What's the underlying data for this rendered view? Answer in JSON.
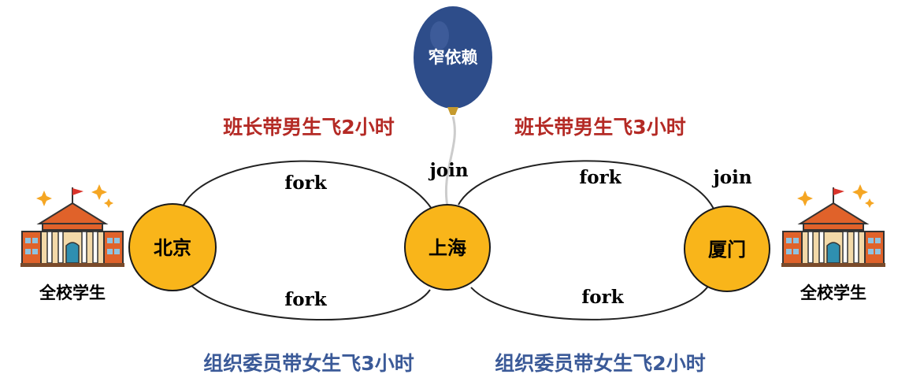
{
  "diagram": {
    "balloon": {
      "label": "窄依赖",
      "color": "#2e4d8a"
    },
    "nodes": {
      "beijing": {
        "label": "北京"
      },
      "shanghai": {
        "label": "上海"
      },
      "xiamen": {
        "label": "厦门"
      }
    },
    "schools": {
      "left": {
        "label": "全校学生"
      },
      "right": {
        "label": "全校学生"
      }
    },
    "edges": {
      "bj_sh_top": "fork",
      "bj_sh_bottom": "fork",
      "sh_xm_top": "fork",
      "sh_xm_bottom": "fork",
      "join_shanghai": "join",
      "join_xiamen": "join"
    },
    "captions": {
      "top_left": "班长带男生飞2小时",
      "top_right": "班长带男生飞3小时",
      "bottom_left": "组织委员带女生飞3小时",
      "bottom_right": "组织委员带女生飞2小时"
    },
    "colors": {
      "node_fill": "#f9b51a",
      "node_stroke": "#1a1a1a",
      "caption_red": "#b42a25",
      "caption_blue": "#3b5a98",
      "building_orange": "#e0622a"
    },
    "icons": [
      "school-building-icon",
      "sparkle-icon",
      "flag-icon",
      "balloon-icon"
    ]
  }
}
